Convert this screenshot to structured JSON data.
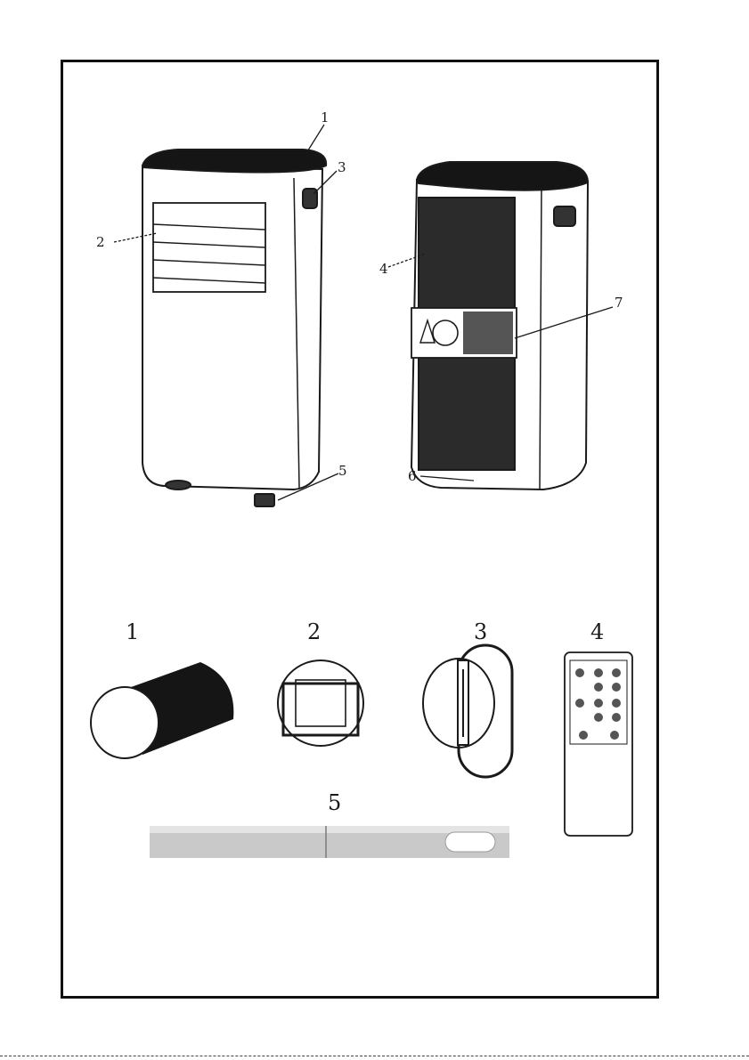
{
  "unit_callouts": {
    "front": [
      "1",
      "2",
      "3",
      "5"
    ],
    "back": [
      "4",
      "6",
      "7"
    ]
  },
  "accessories": [
    {
      "number": "1",
      "icon": "exhaust-hose-icon"
    },
    {
      "number": "2",
      "icon": "window-adapter-icon"
    },
    {
      "number": "3",
      "icon": "hose-connector-icon"
    },
    {
      "number": "4",
      "icon": "remote-control-icon"
    },
    {
      "number": "5",
      "icon": "window-slider-kit-icon"
    }
  ],
  "colors": {
    "line": "#1a1a1a",
    "fill": "#ffffff",
    "dark": "#151515",
    "slider": "#c9c9c9"
  }
}
